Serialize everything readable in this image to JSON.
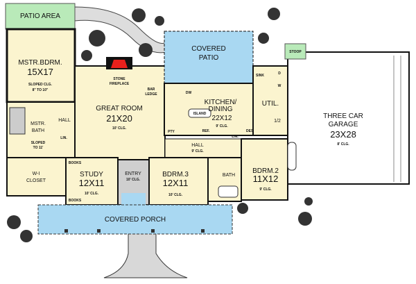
{
  "colors": {
    "room": "#fbf4cf",
    "patio_blue": "#a9d8f2",
    "patio_green": "#b9eab9",
    "wall": "#111111",
    "fireplace": "#e8201c",
    "walk": "#d8d8d8"
  },
  "rooms": {
    "patio_area": {
      "name": "PATIO AREA"
    },
    "master_bedroom": {
      "name": "MSTR.BDRM.",
      "size": "15X17",
      "note1": "SLOPED CLG.",
      "note2": "8\" TO 10\""
    },
    "master_bath": {
      "name1": "MSTR.",
      "name2": "BATH",
      "note1": "SLOPED",
      "note2": "TO 11'"
    },
    "walk_in_closet": {
      "name1": "W-I",
      "name2": "CLOSET"
    },
    "hall_master": {
      "name": "HALL"
    },
    "great_room": {
      "name": "GREAT ROOM",
      "size": "21X20",
      "note": "10' CLG."
    },
    "fireplace": {
      "name1": "STONE",
      "name2": "FIREPLACE"
    },
    "bar_ledge": {
      "name1": "BAR",
      "name2": "LEDGE"
    },
    "covered_patio": {
      "name1": "COVERED",
      "name2": "PATIO"
    },
    "kitchen": {
      "name1": "KITCHEN/",
      "name2": "DINING",
      "size": "22X12",
      "note": "9' CLG.",
      "island": "ISLAND",
      "dw": "DW",
      "pty": "PTY",
      "ref": "REF.",
      "lin": "LIN.",
      "desk": "DESK"
    },
    "utility": {
      "name": "UTIL.",
      "sink": "SINK",
      "d": "D",
      "w": "W",
      "half_bath": "1/2"
    },
    "stoop": {
      "name": "STOOP"
    },
    "garage": {
      "name1": "THREE CAR",
      "name2": "GARAGE",
      "size": "23X28",
      "note": "8' CLG."
    },
    "hall": {
      "name": "HALL",
      "note": "9' CLG."
    },
    "study": {
      "name": "STUDY",
      "size": "12X11",
      "note": "10' CLG.",
      "books1": "BOOKS",
      "books2": "BOOKS"
    },
    "entry": {
      "name": "ENTRY",
      "note": "10' CLG."
    },
    "bedroom3": {
      "name": "BDRM.3",
      "size": "12X11",
      "note": "10' CLG."
    },
    "bath": {
      "name": "BATH"
    },
    "bedroom2": {
      "name": "BDRM.2",
      "size": "11X12",
      "note": "9' CLG."
    },
    "covered_porch": {
      "name": "COVERED PORCH"
    },
    "lin_master": {
      "name": "LIN."
    }
  }
}
